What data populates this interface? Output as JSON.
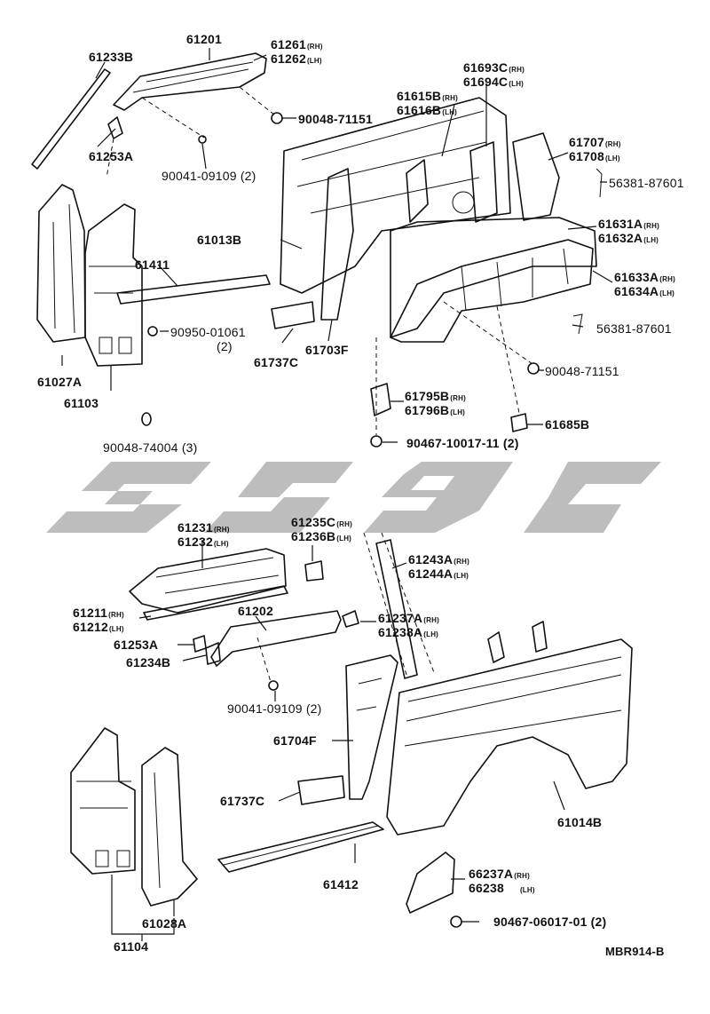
{
  "diagram_code": "MBR914-B",
  "labels": {
    "l61233B": "61233B",
    "l61201": "61201",
    "l61261": "61261",
    "l61262": "61262",
    "l61253A_top": "61253A",
    "l90048_71151_a": "90048-71151",
    "l90041_09109_a": "90041-09109 (2)",
    "l61615B": "61615B",
    "l61616B": "61616B",
    "l61693C": "61693C",
    "l61694C": "61694C",
    "l61707": "61707",
    "l61708": "61708",
    "l56381_87601_a": "56381-87601",
    "l61631A": "61631A",
    "l61632A": "61632A",
    "l61013B": "61013B",
    "l61411": "61411",
    "l61633A": "61633A",
    "l61634A": "61634A",
    "l90950_01061": "90950-01061",
    "l90950_qty": "(2)",
    "l61737C_top": "61737C",
    "l61703F": "61703F",
    "l56381_87601_b": "56381-87601",
    "l61027A": "61027A",
    "l61103": "61103",
    "l90048_71151_b": "90048-71151",
    "l61795B": "61795B",
    "l61796B": "61796B",
    "l61685B": "61685B",
    "l90467_10017": "90467-10017-11 (2)",
    "l90048_74004": "90048-74004 (3)",
    "l61231": "61231",
    "l61232": "61232",
    "l61235C": "61235C",
    "l61236B": "61236B",
    "l61243A": "61243A",
    "l61244A": "61244A",
    "l61211": "61211",
    "l61212": "61212",
    "l61202": "61202",
    "l61237A": "61237A",
    "l61238A": "61238A",
    "l61253A_bot": "61253A",
    "l61234B": "61234B",
    "l90041_09109_b": "90041-09109 (2)",
    "l61704F": "61704F",
    "l61737C_bot": "61737C",
    "l61014B": "61014B",
    "l61412": "61412",
    "l66237A": "66237A",
    "l66238": "66238",
    "l90467_06017": "90467-06017-01 (2)",
    "l61028A": "61028A",
    "l61104": "61104"
  },
  "sides": {
    "rh": "(RH)",
    "lh": "(LH)"
  },
  "colors": {
    "ink": "#111111",
    "watermark": "#bdbdbd",
    "background": "#ffffff"
  }
}
